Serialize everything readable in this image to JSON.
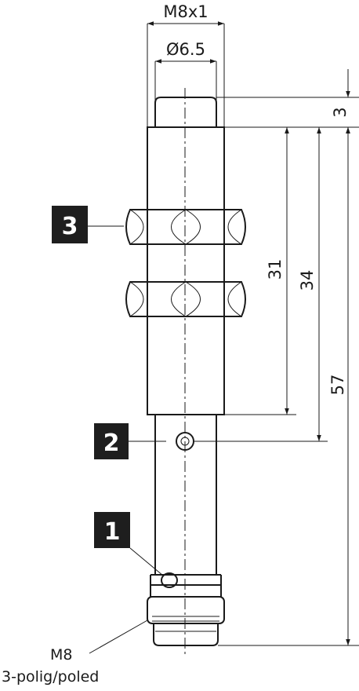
{
  "dimensions": {
    "thread": "M8x1",
    "diameter": "Ø6.5",
    "tip_length": "3",
    "dim_31": "31",
    "dim_34": "34",
    "total_length": "57"
  },
  "callouts": [
    {
      "number": "1"
    },
    {
      "number": "2"
    },
    {
      "number": "3"
    }
  ],
  "connector": {
    "line1": "M8",
    "line2": "3-polig/poled"
  }
}
